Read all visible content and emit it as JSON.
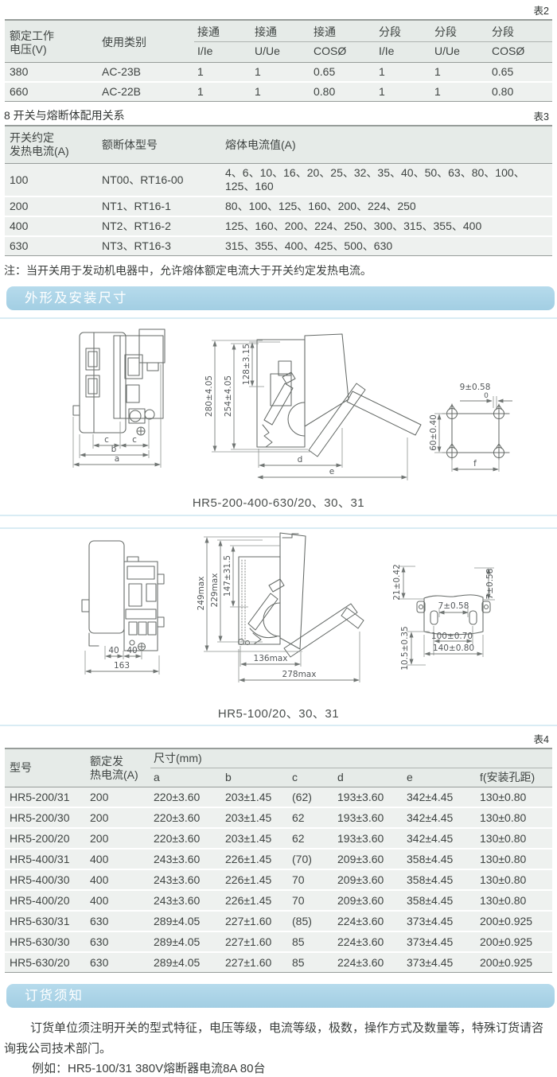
{
  "colors": {
    "bar_blue": "#a9d2e6",
    "hairline_blue": "#d9ecf4",
    "row_bg": "#eef1ef",
    "header_bg": "#e6ebe8",
    "border_gray": "#979d9a"
  },
  "table2": {
    "label": "表2",
    "h1": [
      "额定工作\n电压(V)",
      "使用类别",
      "接通",
      "接通",
      "接通",
      "分段",
      "分段",
      "分段"
    ],
    "h2": [
      "I/Ie",
      "U/Ue",
      "COSØ",
      "I/Ie",
      "U/Ue",
      "COSØ"
    ],
    "rows": [
      [
        "380",
        "AC-23B",
        "1",
        "1",
        "0.65",
        "1",
        "1",
        "0.65"
      ],
      [
        "660",
        "AC-22B",
        "1",
        "1",
        "0.80",
        "1",
        "1",
        "0.80"
      ]
    ]
  },
  "section_fuse": {
    "heading": "8 开关与熔断体配用关系",
    "label": "表3",
    "headers": [
      "开关约定\n发热电流(A)",
      "额断体型号",
      "熔体电流值(A)"
    ],
    "rows": [
      [
        "100",
        "NT00、RT16-00",
        "4、6、10、16、20、25、32、35、40、50、63、80、100、125、160"
      ],
      [
        "200",
        "NT1、RT16-1",
        "80、100、125、160、200、224、250"
      ],
      [
        "400",
        "NT2、RT16-2",
        "125、160、200、224、250、300、315、355、400"
      ],
      [
        "630",
        "NT3、RT16-3",
        "315、355、400、425、500、630"
      ]
    ],
    "note": "注：当开关用于发动机电器中，允许熔体额定电流大于开关约定发热电流。"
  },
  "section_outline": {
    "title": "外形及安装尺寸",
    "drawing1": {
      "caption": "HR5-200-400-630/20、30、31",
      "dims": {
        "c1": "c",
        "c2": "c",
        "b": "b",
        "a": "a",
        "h280": "280±4.05",
        "h254": "254±4.05",
        "h128": "128±3.15",
        "d": "d",
        "e": "e",
        "hole": "9±0.58",
        "hole_tol": "0",
        "v60": "60±0.40",
        "f": "f"
      }
    },
    "drawing2": {
      "caption": "HR5-100/20、30、31",
      "dims": {
        "w40a": "40",
        "w40b": "40",
        "w163": "163",
        "h249": "249max",
        "h229": "229max",
        "h147": "147±31.5",
        "d136": "136max",
        "d278": "278max",
        "v21": "21±0.42",
        "v7r": "7±0.58",
        "h7": "7±0.58",
        "v105": "10.5±0.35",
        "h100": "100±0.70",
        "h140": "140±0.80"
      }
    }
  },
  "table4": {
    "label": "表4",
    "h_model": "型号",
    "h_current": "额定发\n热电流(A)",
    "h_size": "尺寸(mm)",
    "h_sub": [
      "a",
      "b",
      "c",
      "d",
      "e",
      "f(安装孔距)"
    ],
    "rows": [
      [
        "HR5-200/31",
        "200",
        "220±3.60",
        "203±1.45",
        "(62)",
        "193±3.60",
        "342±4.45",
        "130±0.80"
      ],
      [
        "HR5-200/30",
        "200",
        "220±3.60",
        "203±1.45",
        "62",
        "193±3.60",
        "342±4.45",
        "130±0.80"
      ],
      [
        "HR5-200/20",
        "200",
        "220±3.60",
        "203±1.45",
        "62",
        "193±3.60",
        "342±4.45",
        "130±0.80"
      ],
      [
        "HR5-400/31",
        "400",
        "243±3.60",
        "226±1.45",
        "(70)",
        "209±3.60",
        "358±4.45",
        "130±0.80"
      ],
      [
        "HR5-400/30",
        "400",
        "243±3.60",
        "226±1.45",
        "70",
        "209±3.60",
        "358±4.45",
        "130±0.80"
      ],
      [
        "HR5-400/20",
        "400",
        "243±3.60",
        "226±1.45",
        "70",
        "209±3.60",
        "358±4.45",
        "130±0.80"
      ],
      [
        "HR5-630/31",
        "630",
        "289±4.05",
        "227±1.60",
        "(85)",
        "224±3.60",
        "373±4.45",
        "200±0.925"
      ],
      [
        "HR5-630/30",
        "630",
        "289±4.05",
        "227±1.60",
        "85",
        "224±3.60",
        "373±4.45",
        "200±0.925"
      ],
      [
        "HR5-630/20",
        "630",
        "289±4.05",
        "227±1.60",
        "85",
        "224±3.60",
        "373±4.45",
        "200±0.925"
      ]
    ]
  },
  "section_order": {
    "title": "订货须知",
    "body": "订货单位须注明开关的型式特征，电压等级，电流等级，极数，操作方式及数量等，特殊订货请咨询我公司技术部门。",
    "example": "例如：HR5-100/31 380V熔断器电流8A 80台"
  }
}
